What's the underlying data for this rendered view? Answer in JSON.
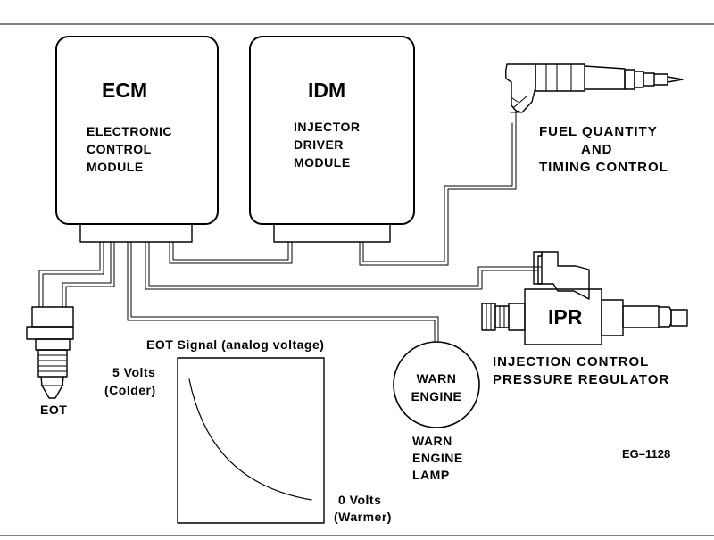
{
  "ecm": {
    "abbr": "ECM",
    "name_lines": [
      "ELECTRONIC",
      "CONTROL",
      "MODULE"
    ]
  },
  "idm": {
    "abbr": "IDM",
    "name_lines": [
      "INJECTOR",
      "DRIVER",
      "MODULE"
    ]
  },
  "injector": {
    "label_lines": [
      "FUEL  QUANTITY",
      "AND",
      "TIMING  CONTROL"
    ]
  },
  "ipr": {
    "abbr": "IPR",
    "label_lines": [
      "INJECTION   CONTROL",
      "PRESSURE   REGULATOR"
    ]
  },
  "eot": {
    "label": "EOT"
  },
  "eot_graph": {
    "title": "EOT Signal (analog voltage)",
    "top_lines": [
      "5 Volts",
      "(Colder)"
    ],
    "bottom_lines": [
      "0 Volts",
      "(Warmer)"
    ]
  },
  "warn_lamp": {
    "circle_lines": [
      "WARN",
      "ENGINE"
    ],
    "label_lines": [
      "WARN",
      "ENGINE",
      "LAMP"
    ]
  },
  "figure_id": "EG–1128",
  "colors": {
    "ink": "#000000",
    "background": "#ffffff"
  }
}
